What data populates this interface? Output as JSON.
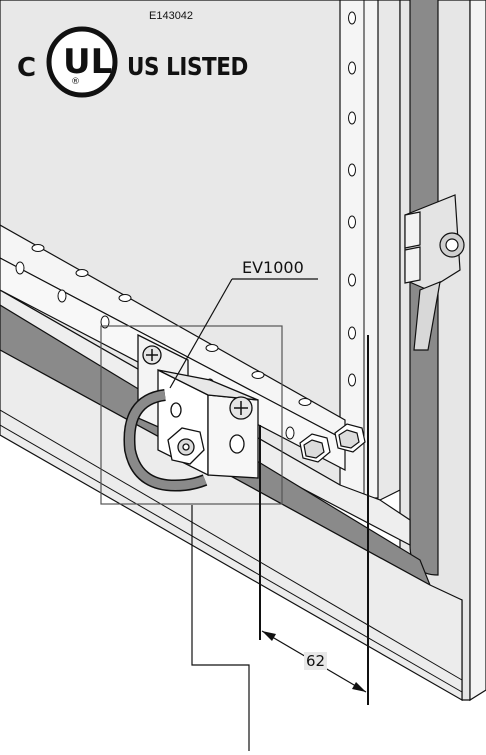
{
  "certification": {
    "file_number": "E143042",
    "c_mark": "C",
    "ul_letters": "UL",
    "registered": "®",
    "listed_text": "US LISTED"
  },
  "part_label": "EV1000",
  "dimension": "62",
  "colors": {
    "panel": "#e8e8e8",
    "gasket": "#8a8a8a",
    "line": "#111111",
    "metal": "#f2f2f2"
  }
}
